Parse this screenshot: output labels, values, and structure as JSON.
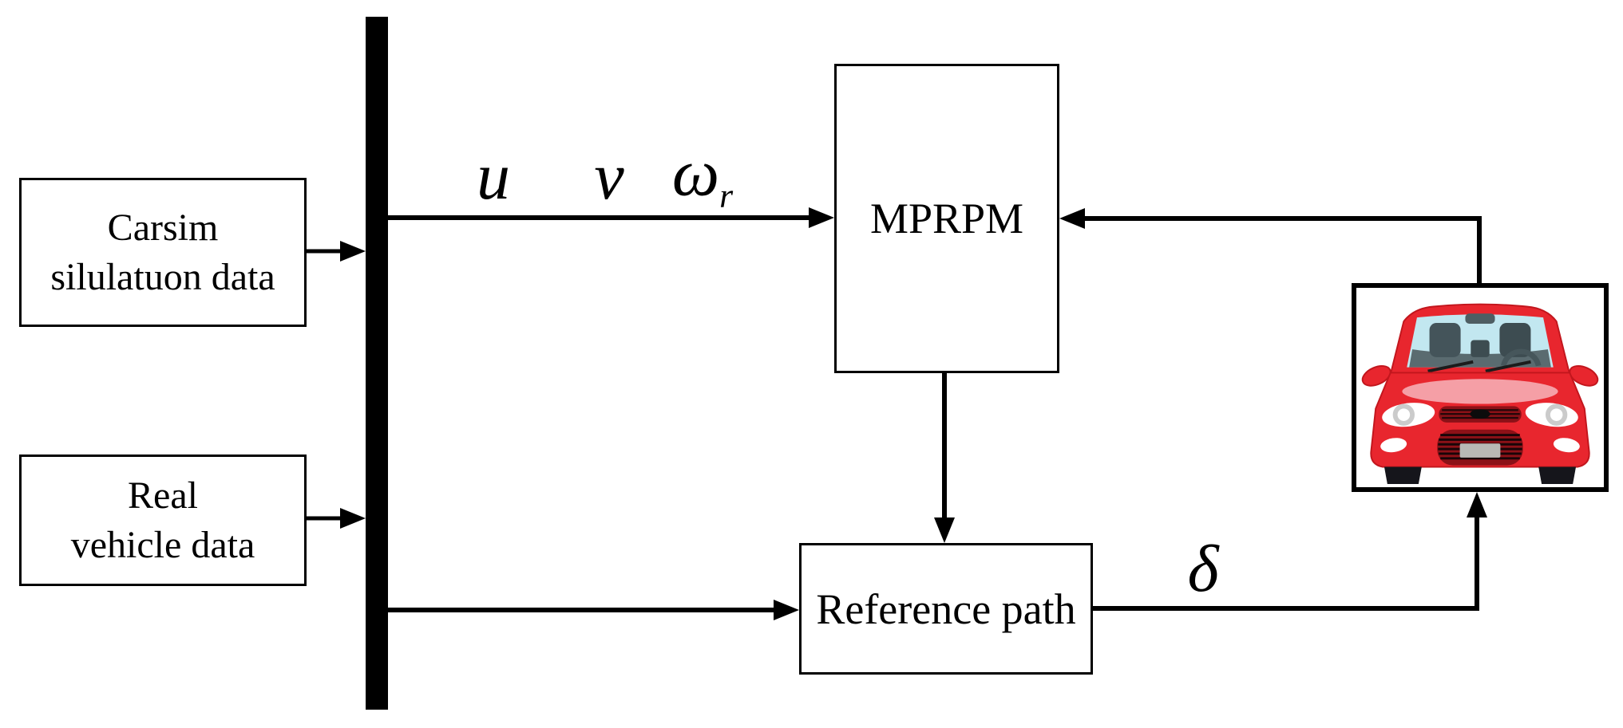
{
  "nodes": {
    "carsim": {
      "line1": "Carsim",
      "line2": "silulatuon data"
    },
    "real_vehicle": {
      "line1": "Real",
      "line2": "vehicle data"
    },
    "mprpm": {
      "label": "MPRPM"
    },
    "reference_path": {
      "label": "Reference path"
    },
    "vehicle": {
      "icon": "car-front-icon"
    }
  },
  "signals": {
    "u": "u",
    "v": "v",
    "omega": "ω",
    "omega_subscript": "r",
    "delta": "δ"
  },
  "colors": {
    "line_black": "#000000",
    "box_background": "#ffffff",
    "car_body_red": "#e8262e",
    "car_outline_red": "#c2161d",
    "windshield_blue": "#c2e7f0",
    "interior_gray": "#44545a",
    "hood_highlight_pink": "#f59fa6",
    "grille_dark_red": "#8c1117",
    "license_plate_gray": "#b9b9b5",
    "tire_black": "#15151b"
  }
}
